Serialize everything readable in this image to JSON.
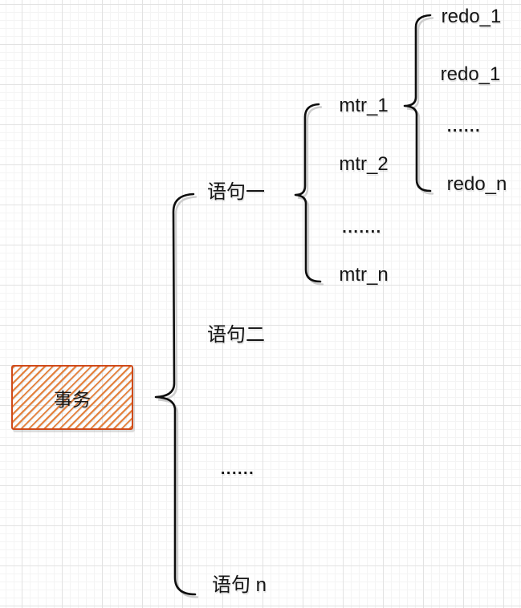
{
  "diagram": {
    "root": {
      "label": "事务"
    },
    "statements": {
      "items": [
        "语句一",
        "语句二",
        "......",
        "语句 n"
      ]
    },
    "mtrs": {
      "items": [
        "mtr_1",
        "mtr_2",
        ".......",
        "mtr_n"
      ]
    },
    "redos": {
      "items": [
        "redo_1",
        "redo_1",
        "......",
        "redo_n"
      ]
    },
    "colors": {
      "box_border": "#cf4a1a",
      "box_hatch": "#e5813c",
      "brace_stroke": "#0e0e0e",
      "text": "#161616",
      "grid_major": "#e2e2e2",
      "grid_minor": "#f4f4f4"
    }
  }
}
